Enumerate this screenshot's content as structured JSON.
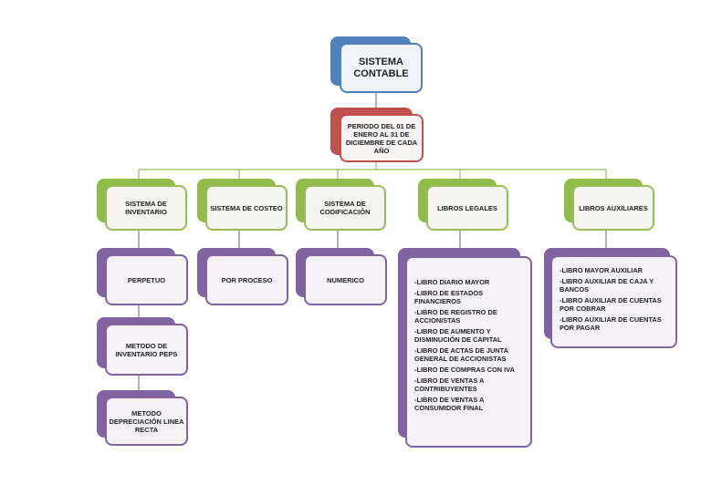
{
  "root": {
    "label": "SISTEMA CONTABLE"
  },
  "period": {
    "label": "PERIODO DEL 01 DE ENERO AL 31 DE DICIEMBRE DE CADA AÑO"
  },
  "branches": {
    "inventario": {
      "label": "SISTEMA DE INVENTARIO"
    },
    "costeo": {
      "label": "SISTEMA DE COSTEO"
    },
    "codificacion": {
      "label": "SISTEMA DE CODIFICACIÓN"
    },
    "libros_legales": {
      "label": "LIBROS LEGALES"
    },
    "libros_auxiliares": {
      "label": "LIBROS AUXILIARES"
    }
  },
  "details": {
    "perpetuo": {
      "label": "PERPETUO"
    },
    "metodo_peps": {
      "label": "METODO DE INVENTARIO PEPS"
    },
    "metodo_depreciacion": {
      "label": "METODO DEPRECIACIÓN LINEA RECTA"
    },
    "por_proceso": {
      "label": "POR PROCESO"
    },
    "numerico": {
      "label": "NUMERICO"
    },
    "libros_legales_items": [
      "-LIBRO DIARIO MAYOR",
      "-LIBRO DE ESTADOS FINANCIEROS",
      "-LIBRO DE REGISTRO DE ACCIONISTAS",
      "-LIBRO DE AUMENTO Y DISMINUCIÓN DE CAPITAL",
      "-LIBRO DE ACTAS DE JUNTA GENERAL DE ACCIONISTAS",
      "-LIBRO DE COMPRAS CON IVA",
      "-LIBRO DE VENTAS A CONTRIBUYENTES",
      "-LIBRO DE VENTAS A CONSUMIDOR FINAL"
    ],
    "libros_auxiliares_items": [
      "-LIBRO MAYOR AUXILIAR",
      "-LIBRO AUXILIAR DE CAJA Y BANCOS",
      "-LIBRO AUXILIAR DE CUENTAS POR COBRAR",
      "-LIBRO AUXILIAR DE CUENTAS POR PAGAR"
    ]
  },
  "colors": {
    "blue": "#4f81bd",
    "red": "#c0504d",
    "green": "#9bbb59",
    "purple": "#8064a2"
  }
}
